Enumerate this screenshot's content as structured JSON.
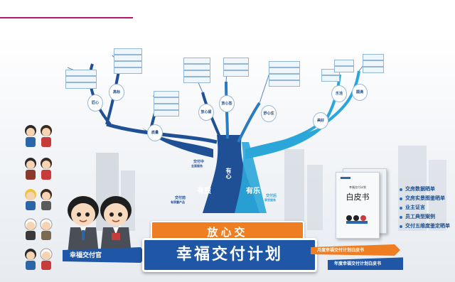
{
  "mindmap": {
    "banner_top": "放心交",
    "banner_main": "幸福交付计划",
    "trunk_labels": [
      "有质",
      "有心",
      "有乐"
    ],
    "trunk_sub_left": "交付前",
    "trunk_sub_left2": "有质量产品",
    "trunk_sub_mid": "交付中",
    "trunk_sub_mid2": "全面服务",
    "trunk_sub_right": "交付后",
    "trunk_sub_right2": "享受服务",
    "branches": [
      "匠心",
      "高标",
      "质量",
      "放心屋",
      "放心签",
      "舒心住",
      "美好",
      "乐活",
      "圆满"
    ]
  },
  "officer": {
    "label": "幸福交付官"
  },
  "whitepaper": {
    "cover_small": "幸福交付计划",
    "cover_title": "白皮书",
    "caption1": "月度幸福交付计划白皮书",
    "caption2": "年度幸福交付计划白皮书"
  },
  "right_list": [
    "交房数据晒单",
    "交房实景图鉴晒单",
    "业主证言",
    "员工典型案例",
    "交付五维度鉴定晒单"
  ],
  "colors": {
    "banner_orange": "#ef7d22",
    "banner_blue": "#1f56a6",
    "trunk_dark": "#1f4f95",
    "trunk_cyan": "#2aa6d8",
    "accent_line": "#b4186e"
  }
}
